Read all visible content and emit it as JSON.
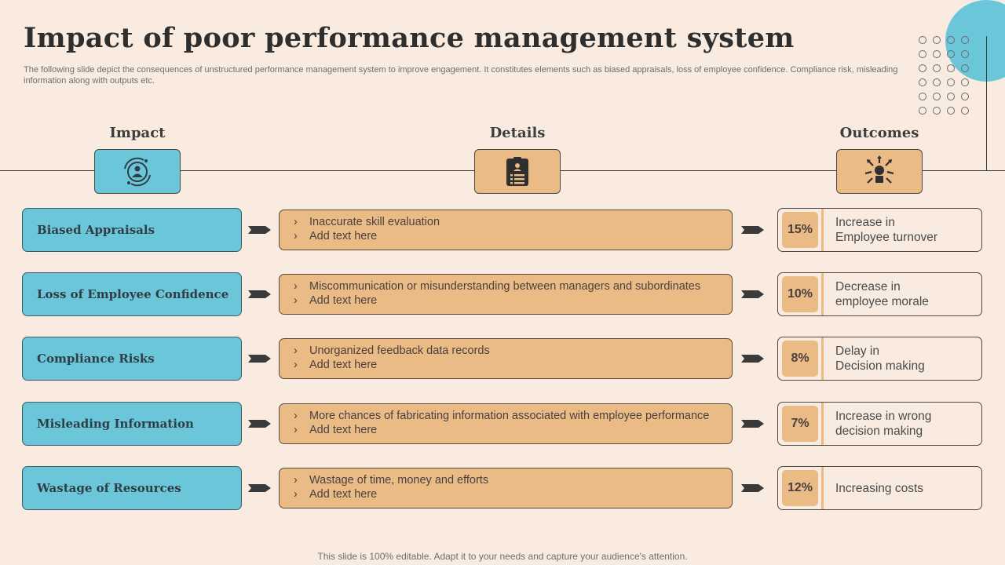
{
  "title": "Impact of poor performance management system",
  "subtitle": "The following slide depict the consequences of unstructured performance management system to improve engagement. It constitutes elements such as biased appraisals, loss of employee confidence. Compliance risk, misleading information along with outputs etc.",
  "headers": {
    "impact": "Impact",
    "details": "Details",
    "outcomes": "Outcomes"
  },
  "icons": {
    "impact": "employee-cycle-icon",
    "details": "clipboard-list-icon",
    "outcomes": "idea-burst-icon"
  },
  "colors": {
    "background": "#f9ebdf",
    "blue": "#6cc6d9",
    "tan": "#ebbb86"
  },
  "rows": [
    {
      "impact": "Biased Appraisals",
      "detail1": "Inaccurate skill evaluation",
      "detail2": "Add text here",
      "pct": "15%",
      "outcome_line1": "Increase  in",
      "outcome_line2": "Employee turnover"
    },
    {
      "impact": "Loss of Employee Confidence",
      "detail1": "Miscommunication  or misunderstanding between managers and subordinates",
      "detail2": "Add text here",
      "pct": "10%",
      "outcome_line1": "Decrease in",
      "outcome_line2": "employee morale"
    },
    {
      "impact": "Compliance Risks",
      "detail1": "Unorganized feedback data records",
      "detail2": "Add text here",
      "pct": "8%",
      "outcome_line1": "Delay in",
      "outcome_line2": "Decision making"
    },
    {
      "impact": "Misleading Information",
      "detail1": "More chances of fabricating information associated with employee performance",
      "detail2": "Add text here",
      "pct": "7%",
      "outcome_line1": "Increase  in wrong",
      "outcome_line2": "decision making"
    },
    {
      "impact": "Wastage of Resources",
      "detail1": "Wastage of time, money and efforts",
      "detail2": "Add text here",
      "pct": "12%",
      "outcome_line1": "Increasing  costs",
      "outcome_line2": ""
    }
  ],
  "footer": "This slide is 100% editable. Adapt it to your needs and capture your audience's attention."
}
